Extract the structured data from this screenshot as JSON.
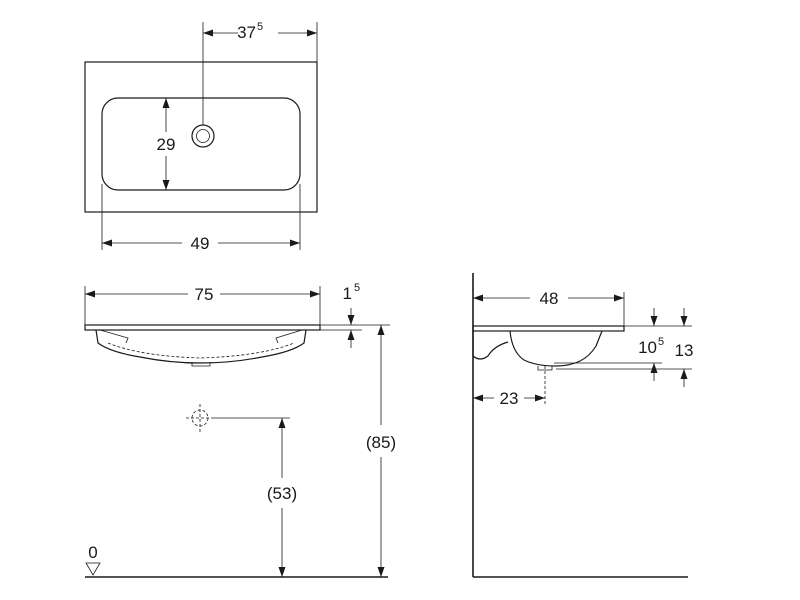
{
  "top_view": {
    "dim_drain_offset": {
      "main": "37",
      "sup": "5"
    },
    "dim_basin_depth": "29",
    "dim_basin_width": "49"
  },
  "front_view": {
    "dim_width": "75",
    "dim_rim_thickness": {
      "main": "1",
      "sup": "5"
    },
    "dim_total_height": "(85)",
    "dim_waste_height": "(53)",
    "floor_level": "0"
  },
  "side_view": {
    "dim_depth": "48",
    "dim_waste_offset": "23",
    "dim_bowl_depth": {
      "main": "10",
      "sup": "5"
    },
    "dim_height": "13"
  }
}
